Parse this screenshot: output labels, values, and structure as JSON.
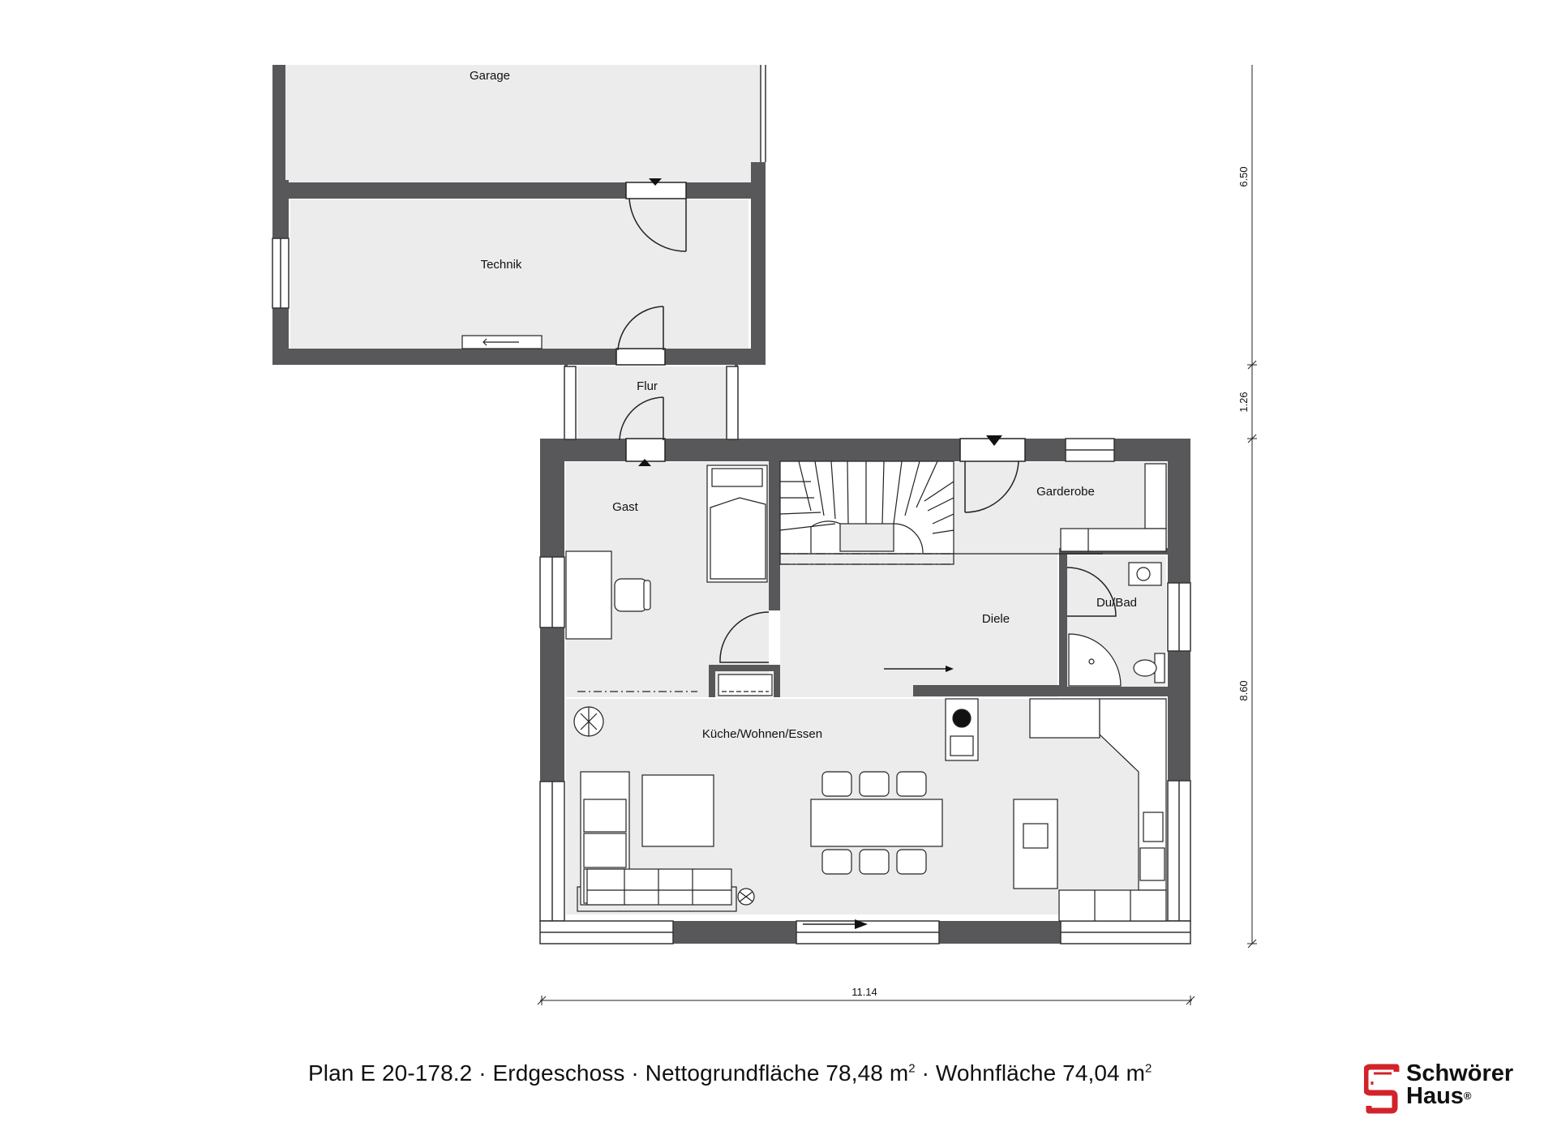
{
  "rooms": {
    "garage": "Garage",
    "technik": "Technik",
    "flur": "Flur",
    "gast": "Gast",
    "garderobe": "Garderobe",
    "dusche_bad": "Du/Bad",
    "diele": "Diele",
    "kueche_wohnen_essen": "Küche/Wohnen/Essen"
  },
  "dimensions": {
    "vertical_top": "6.50",
    "vertical_middle": "1.26",
    "vertical_bottom": "8.60",
    "horizontal": "11.14"
  },
  "caption": {
    "plan": "Plan E 20-178.2",
    "floor": "Erdgeschoss",
    "net_area_label": "Nettogrundfläche 78,48 m",
    "living_area_label": "Wohnfläche 74,04 m",
    "superscript": "2",
    "separator": " · "
  },
  "brand": {
    "line1": "Schwörer",
    "line2": "Haus",
    "registered": "®",
    "accent_color": "#d2232a"
  },
  "colors": {
    "wall": "#58585a",
    "floor": "#ececec",
    "line": "#222222"
  }
}
